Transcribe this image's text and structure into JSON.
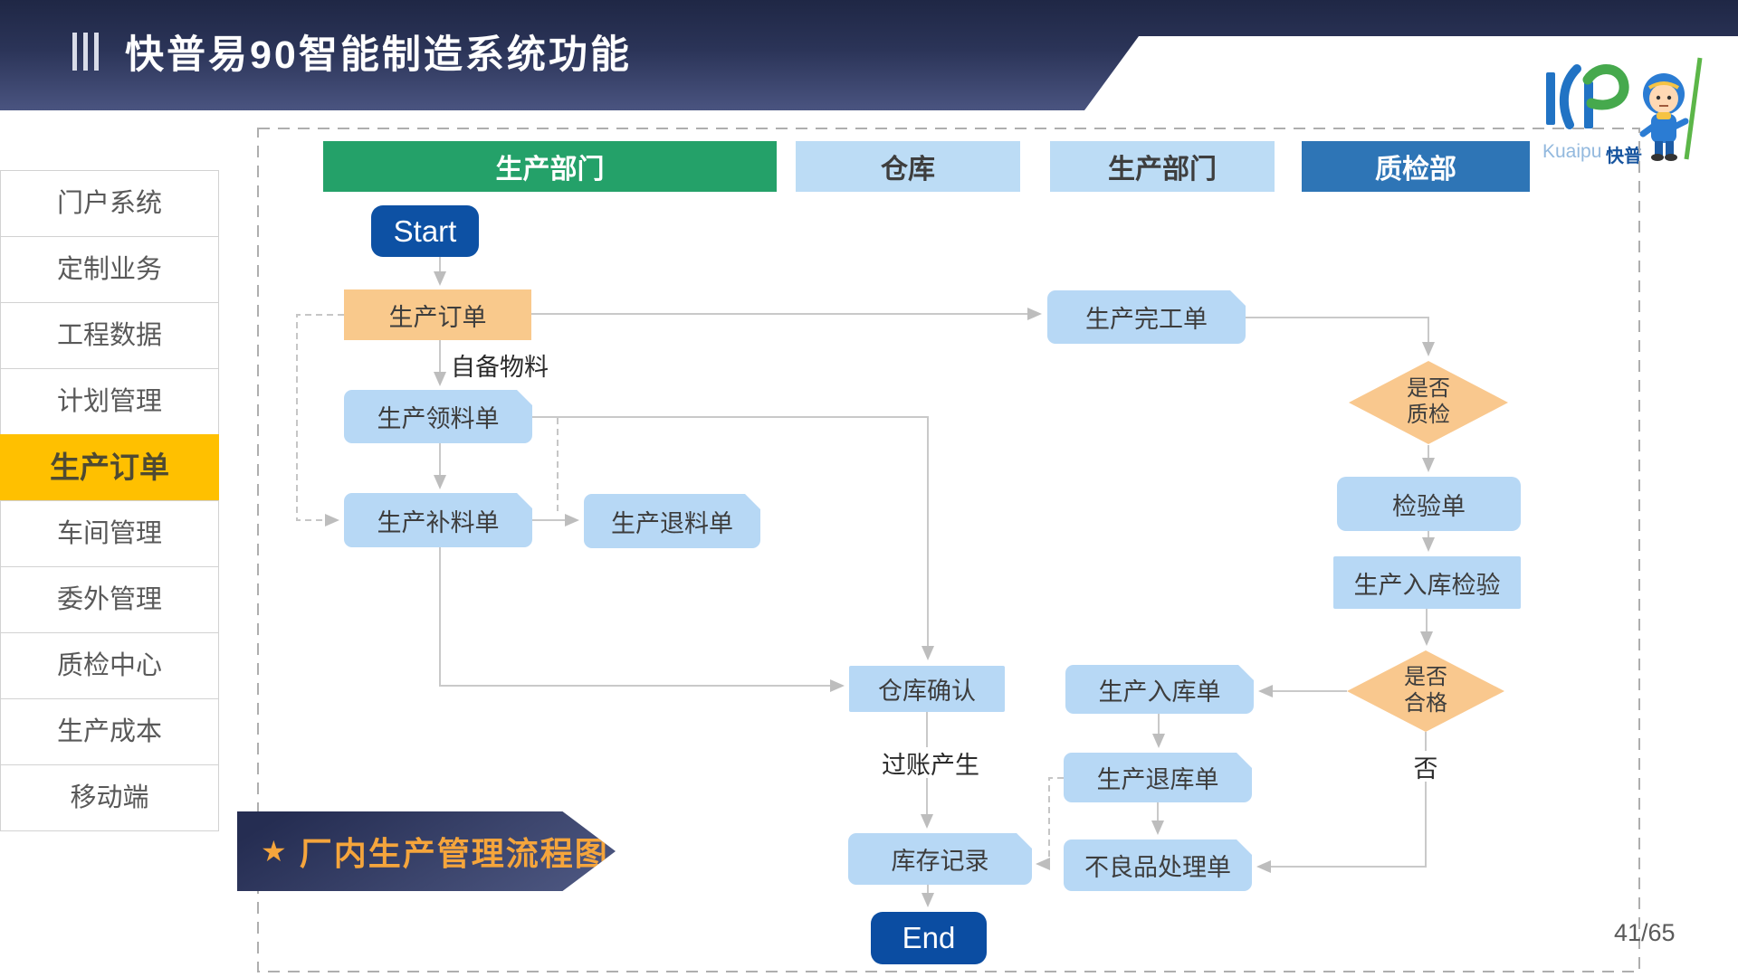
{
  "slide": {
    "title": "快普易90智能制造系统功能",
    "page_indicator": "41/65"
  },
  "logo": {
    "brand_latin": "Kuaipu",
    "brand_cn": "快普"
  },
  "sidebar": {
    "items": [
      {
        "label": "门户系统",
        "active": false
      },
      {
        "label": "定制业务",
        "active": false
      },
      {
        "label": "工程数据",
        "active": false
      },
      {
        "label": "计划管理",
        "active": false
      },
      {
        "label": "生产订单",
        "active": true
      },
      {
        "label": "车间管理",
        "active": false
      },
      {
        "label": "委外管理",
        "active": false
      },
      {
        "label": "质检中心",
        "active": false
      },
      {
        "label": "生产成本",
        "active": false
      },
      {
        "label": "移动端",
        "active": false
      }
    ]
  },
  "flowchart": {
    "caption": {
      "star": "★",
      "text": "厂内生产管理流程图"
    },
    "lanes": [
      {
        "label": "生产部门",
        "color": "#24A169"
      },
      {
        "label": "仓库",
        "color": "#BCDCF5"
      },
      {
        "label": "生产部门",
        "color": "#BCDCF5"
      },
      {
        "label": "质检部",
        "color": "#2E75B6"
      }
    ],
    "nodes": {
      "start": {
        "label": "Start",
        "type": "terminator"
      },
      "order": {
        "label": "生产订单",
        "type": "document"
      },
      "pick": {
        "label": "生产领料单",
        "type": "document"
      },
      "supplement": {
        "label": "生产补料单",
        "type": "document"
      },
      "return_material": {
        "label": "生产退料单",
        "type": "document"
      },
      "finish": {
        "label": "生产完工单",
        "type": "document"
      },
      "qc_decision": {
        "label": "是否质检",
        "type": "decision"
      },
      "inspection": {
        "label": "检验单",
        "type": "document"
      },
      "warehouse_inspection": {
        "label": "生产入库检验",
        "type": "process"
      },
      "pass_decision": {
        "label": "是否合格",
        "type": "decision"
      },
      "stock_in": {
        "label": "生产入库单",
        "type": "document"
      },
      "warehouse_confirm": {
        "label": "仓库确认",
        "type": "process"
      },
      "stock_return": {
        "label": "生产退库单",
        "type": "document"
      },
      "defect_handling": {
        "label": "不良品处理单",
        "type": "document"
      },
      "stock_record": {
        "label": "库存记录",
        "type": "document"
      },
      "end": {
        "label": "End",
        "type": "terminator"
      }
    },
    "edge_labels": {
      "self_material": "自备物料",
      "posting": "过账产生",
      "no": "否"
    }
  },
  "colors": {
    "header_navy_top": "#1F2745",
    "header_navy_bottom": "#4A5480",
    "sidebar_active": "#FFC000",
    "lane_green": "#24A169",
    "lane_light_blue": "#BCDCF5",
    "lane_blue": "#2E75B6",
    "node_blue": "#B7D8F5",
    "node_orange": "#F9C98C",
    "terminator_blue": "#0D51A4",
    "connector_gray": "#C9C9C9",
    "caption_orange": "#F5A53C"
  }
}
